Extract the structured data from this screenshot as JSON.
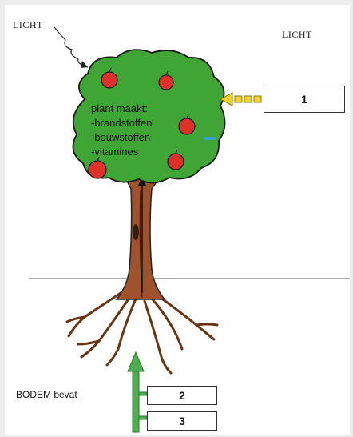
{
  "labels": {
    "light_left": "LICHT",
    "light_right": "LICHT",
    "bodem": "BODEM bevat"
  },
  "tree": {
    "heading": "plant maakt:",
    "items": [
      "-brandstoffen",
      "-bouwstoffen",
      "-vitamines"
    ]
  },
  "boxes": {
    "box1": "1",
    "box2": "2",
    "box3": "3"
  },
  "colors": {
    "foliage": "#3fa535",
    "trunk": "#a0522d",
    "apple": "#e0302a",
    "arrow_yellow": "#f2d22b",
    "arrow_green": "#4cae4c",
    "marker_blue": "#3aa0d8"
  }
}
